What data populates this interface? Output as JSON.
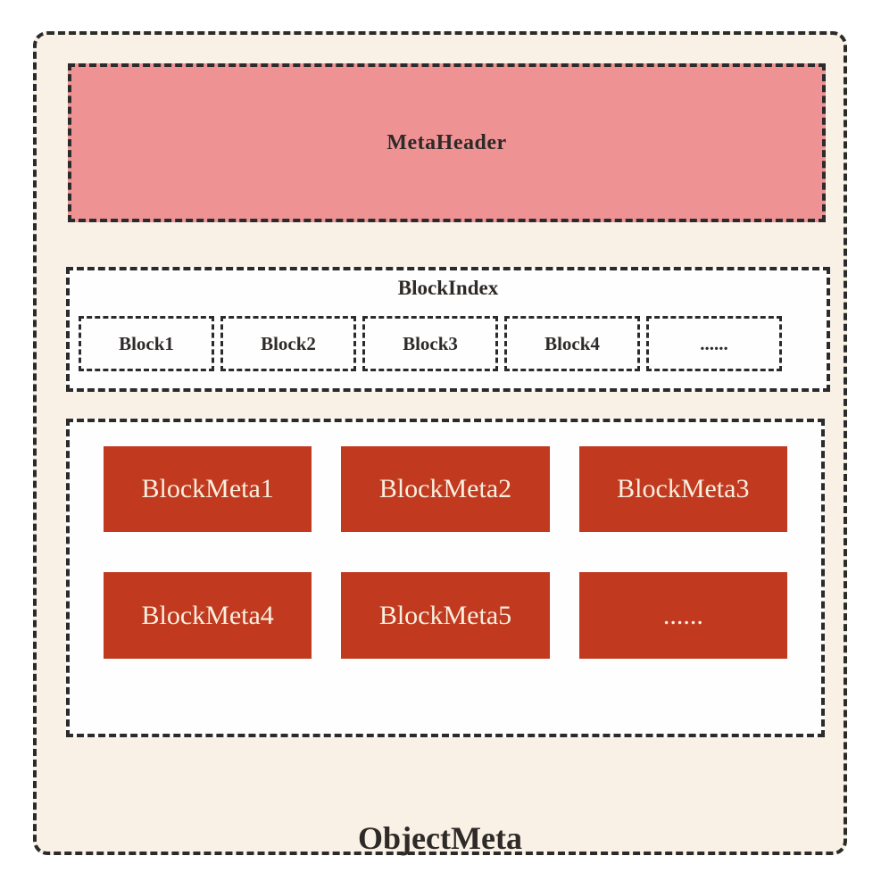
{
  "diagram": {
    "container_label": "ObjectMeta",
    "meta_header": {
      "label": "MetaHeader"
    },
    "block_index": {
      "title": "BlockIndex",
      "blocks": [
        {
          "label": "Block1"
        },
        {
          "label": "Block2"
        },
        {
          "label": "Block3"
        },
        {
          "label": "Block4"
        },
        {
          "label": "......"
        }
      ]
    },
    "block_meta": {
      "items": [
        {
          "label": "BlockMeta1"
        },
        {
          "label": "BlockMeta2"
        },
        {
          "label": "BlockMeta3"
        },
        {
          "label": "BlockMeta4"
        },
        {
          "label": "BlockMeta5"
        },
        {
          "label": "......"
        }
      ]
    },
    "colors": {
      "canvas_bg": "#FAF1E6",
      "meta_header_fill": "#EF9294",
      "block_meta_fill": "#C13A20",
      "block_meta_text": "#F8EFDF",
      "border": "#2B2B2B",
      "dark_text": "#2E2A28"
    }
  }
}
